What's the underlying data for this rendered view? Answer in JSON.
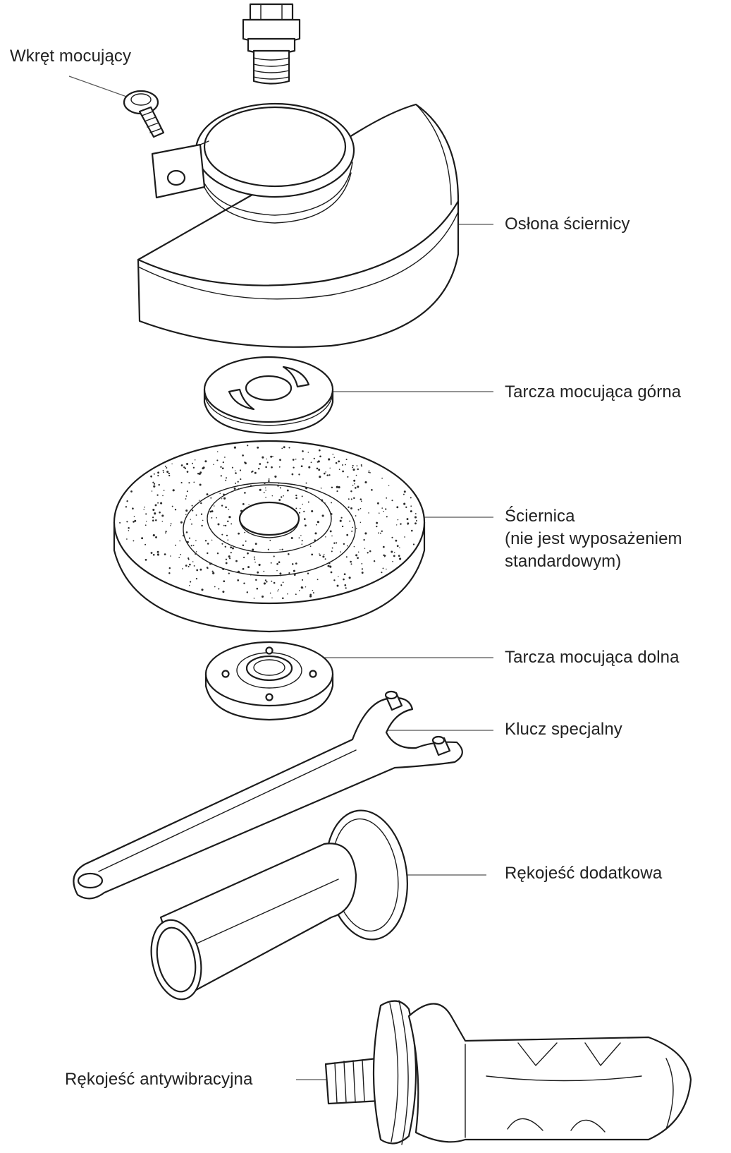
{
  "labels": {
    "screw": "Wkręt mocujący",
    "guard": "Osłona ściernicy",
    "upper_flange": "Tarcza mocująca górna",
    "wheel_line1": "Ściernica",
    "wheel_line2": "(nie jest wyposażeniem",
    "wheel_line3": "standardowym)",
    "lower_flange": "Tarcza mocująca dolna",
    "wrench": "Klucz specjalny",
    "side_handle": "Rękojeść dodatkowa",
    "antivib_handle": "Rękojeść antywibracyjna"
  },
  "parts": [
    {
      "name": "spindle",
      "icon": "spindle-icon"
    },
    {
      "name": "screw",
      "icon": "screw-icon"
    },
    {
      "name": "guard",
      "icon": "wheel-guard-icon"
    },
    {
      "name": "upper_flange",
      "icon": "upper-flange-icon"
    },
    {
      "name": "wheel",
      "icon": "grinding-wheel-icon"
    },
    {
      "name": "lower_flange",
      "icon": "lower-flange-icon"
    },
    {
      "name": "wrench",
      "icon": "pin-wrench-icon"
    },
    {
      "name": "side_handle",
      "icon": "side-handle-icon"
    },
    {
      "name": "antivib_handle",
      "icon": "anti-vibration-handle-icon"
    }
  ],
  "colors": {
    "ink": "#1c1c1c",
    "text": "#222222",
    "background": "#ffffff"
  }
}
